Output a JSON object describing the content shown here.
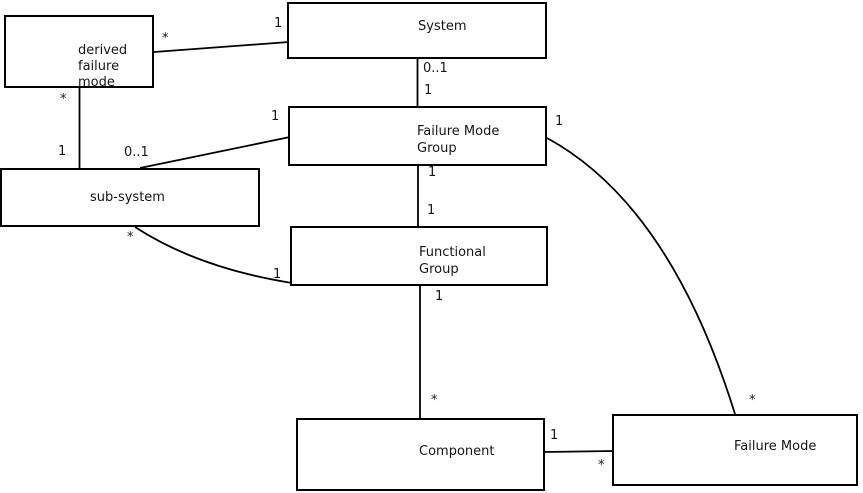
{
  "diagram": {
    "background_color": "#ffffff",
    "line_color": "#000000",
    "text_color": "#161616",
    "nodes": {
      "derived_failure_mode": {
        "lines": [
          "derived",
          "failure",
          "mode"
        ]
      },
      "system": {
        "label": "System"
      },
      "failure_mode_group": {
        "lines": [
          "Failure Mode",
          "Group"
        ]
      },
      "sub_system": {
        "label": "sub-system"
      },
      "functional_group": {
        "lines": [
          "Functional",
          "Group"
        ]
      },
      "component": {
        "label": "Component"
      },
      "failure_mode": {
        "label": "Failure Mode"
      }
    },
    "multiplicities": {
      "system_derived__at_derived": "*",
      "system_derived__at_system": "1",
      "derived_subsystem__at_derived": "*",
      "derived_subsystem__at_subsystem": "1",
      "fmg_subsystem__at_subsystem": "0..1",
      "fmg_subsystem__at_fmg": "1",
      "system_fmg__at_system": "0..1",
      "system_fmg__at_fmg": "1",
      "fmg_failuremode__at_fmg": "1",
      "fmg_fg__at_fmg": "1",
      "fmg_fg__at_fg": "1",
      "fg_component__at_fg": "1",
      "fg_component__at_component": "*",
      "subsystem_fg__at_subsystem": "*",
      "subsystem_fg__at_fg": "1",
      "component_fm__at_component": "1",
      "component_fm__at_fm": "*",
      "fmg_failuremode__at_fm": "*"
    }
  }
}
